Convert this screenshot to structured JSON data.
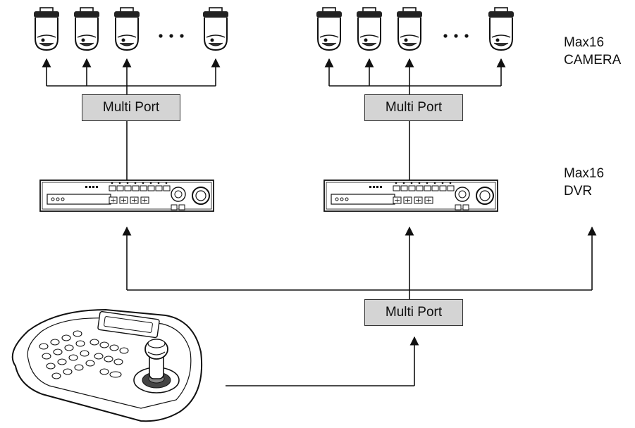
{
  "labels": {
    "camera_group": [
      "Max16",
      "CAMERA"
    ],
    "dvr_group": [
      "Max16",
      "DVR"
    ]
  },
  "boxes": {
    "multi_port_left": "Multi Port",
    "multi_port_right": "Multi Port",
    "multi_port_bottom": "Multi Port"
  },
  "icons": {
    "camera": "dome-camera-icon",
    "dvr": "dvr-unit-icon",
    "keyboard": "ptz-keyboard-controller-icon",
    "ellipsis": "ellipsis-icon"
  },
  "colors": {
    "line": "#111111",
    "box_fill": "#d4d4d4",
    "background": "#ffffff"
  }
}
